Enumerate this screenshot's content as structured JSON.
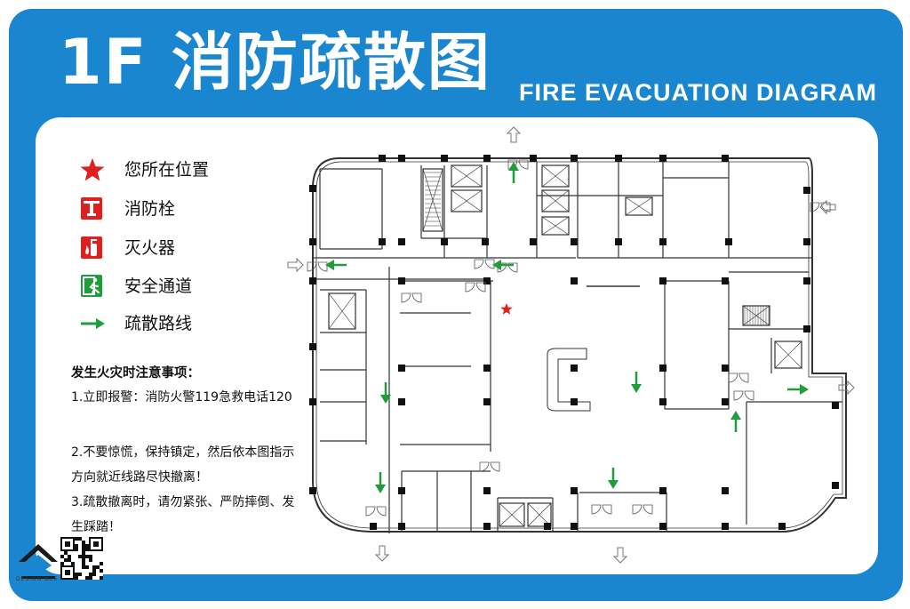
{
  "sign": {
    "title_cn": "1F 消防疏散图",
    "title_en": "FIRE EVACUATION DIAGRAM",
    "frame_color": "#1a86d0",
    "arrow_color": "#1e9e3a",
    "marker_color": "#e01f1f"
  },
  "legend": {
    "items": [
      {
        "label": "您所在位置",
        "icon": "red-star-icon"
      },
      {
        "label": "消防栓",
        "icon": "fire-hydrant-icon"
      },
      {
        "label": "灭火器",
        "icon": "fire-extinguisher-icon"
      },
      {
        "label": "安全通道",
        "icon": "emergency-exit-icon"
      },
      {
        "label": "疏散路线",
        "icon": "green-arrow-icon"
      }
    ]
  },
  "notes": {
    "heading": "发生火灾时注意事项：",
    "items": [
      "1.立即报警：消防火警119急救电话120",
      "2.不要惊慌，保持镇定，然后依本图指示方向就近线路尽快撤离！",
      "3.疏散撤离时，请勿紧张、严防摔倒、发生踩踏！"
    ]
  },
  "brand": {
    "logo_text": "DESIGN BOX"
  }
}
